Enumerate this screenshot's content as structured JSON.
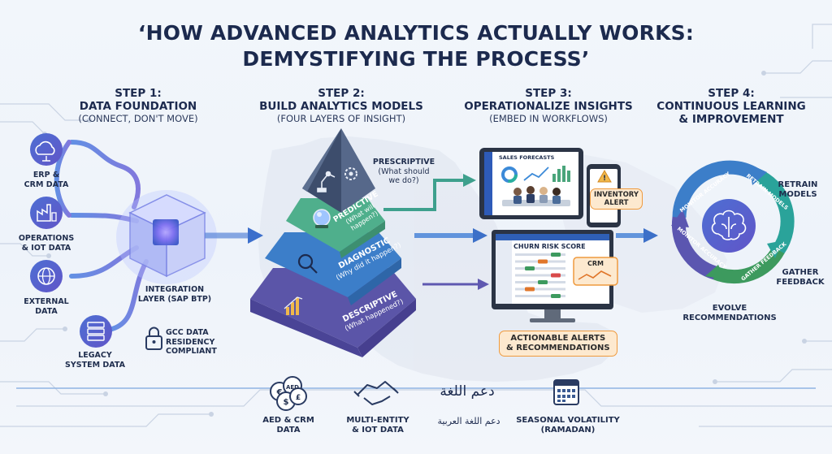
{
  "title": {
    "line1": "‘HOW ADVANCED ANALYTICS ACTUALLY WORKS:",
    "line2": "DEMYSTIFYING THE PROCESS’"
  },
  "steps": [
    {
      "heading": "STEP 1:",
      "title": "DATA FOUNDATION",
      "subtitle": "(CONNECT, DON'T MOVE)"
    },
    {
      "heading": "STEP 2:",
      "title": "BUILD ANALYTICS MODELS",
      "subtitle": "(FOUR LAYERS OF INSIGHT)"
    },
    {
      "heading": "STEP 3:",
      "title": "OPERATIONALIZE INSIGHTS",
      "subtitle": "(EMBED IN WORKFLOWS)"
    },
    {
      "heading": "STEP 4:",
      "title": "CONTINUOUS LEARNING",
      "subtitle": "& IMPROVEMENT"
    }
  ],
  "sources": [
    {
      "line1": "ERP &",
      "line2": "CRM DATA",
      "icon": "cloud-icon"
    },
    {
      "line1": "OPERATIONS",
      "line2": "& IOT DATA",
      "icon": "factory-icon"
    },
    {
      "line1": "EXTERNAL",
      "line2": "DATA",
      "icon": "globe-icon"
    },
    {
      "line1": "LEGACY",
      "line2": "SYSTEM DATA",
      "icon": "server-icon"
    }
  ],
  "integration": {
    "line1": "INTEGRATION",
    "line2": "LAYER (SAP BTP)"
  },
  "compliance": {
    "line1": "GCC DATA",
    "line2": "RESIDENCY",
    "line3": "COMPLIANT"
  },
  "pyramid": {
    "prescriptive": {
      "label": "PRESCRIPTIVE",
      "question1": "(What should",
      "question2": "we do?)"
    },
    "predictive": {
      "label": "PREDICTIVE",
      "question1": "(What will",
      "question2": "happen?)"
    },
    "diagnostic": {
      "label": "DIAGNOSTIC",
      "question": "(Why did it happen?)"
    },
    "descriptive": {
      "label": "DESCRIPTIVE",
      "question": "(What happened?)"
    }
  },
  "step3": {
    "sales_title": "SALES FORECASTS",
    "inventory_line1": "INVENTORY",
    "inventory_line2": "ALERT",
    "churn_title": "CHURN RISK SCORE",
    "crm_label": "CRM",
    "actionable_line1": "ACTIONABLE ALERTS",
    "actionable_line2": "& RECOMMENDATIONS"
  },
  "step4": {
    "retrain_line1": "RETRAIN",
    "retrain_line2": "MODELS",
    "gather_line1": "GATHER",
    "gather_line2": "FEEDBACK",
    "evolve_line1": "EVOLVE",
    "evolve_line2": "RECOMMENDATIONS",
    "cycle_monitor": "MONITOR ACCURACY",
    "cycle_retrain": "RETRAIN MODELS",
    "cycle_gather": "GATHER FEEDBACK",
    "cycle_monitor2": "MONITOR ACCURACY"
  },
  "footer": {
    "arabic_big": "دعم اللغة",
    "items": [
      {
        "line1": "AED & CRM",
        "line2": "DATA",
        "icon": "currency-coins-icon"
      },
      {
        "line1": "MULTI-ENTITY",
        "line2": "& IOT DATA",
        "icon": "handshake-icon"
      },
      {
        "line1": "دعم اللغة العربية",
        "line2": "",
        "icon": ""
      },
      {
        "line1": "SEASONAL VOLATILITY",
        "line2": "(RAMADAN)",
        "icon": "calendar-icon"
      }
    ]
  },
  "colors": {
    "navy": "#1c2a4e",
    "blue_flow": "#3f7fd8",
    "purple": "#5b56b0",
    "teal": "#2aa39a",
    "green": "#3d9a5e",
    "orange": "#ef9a3e",
    "pyramid_top": "#4a5b7a",
    "pyramid_green": "#4faf8c",
    "pyramid_blue": "#3c7ec9",
    "pyramid_purple": "#5b55a8"
  }
}
